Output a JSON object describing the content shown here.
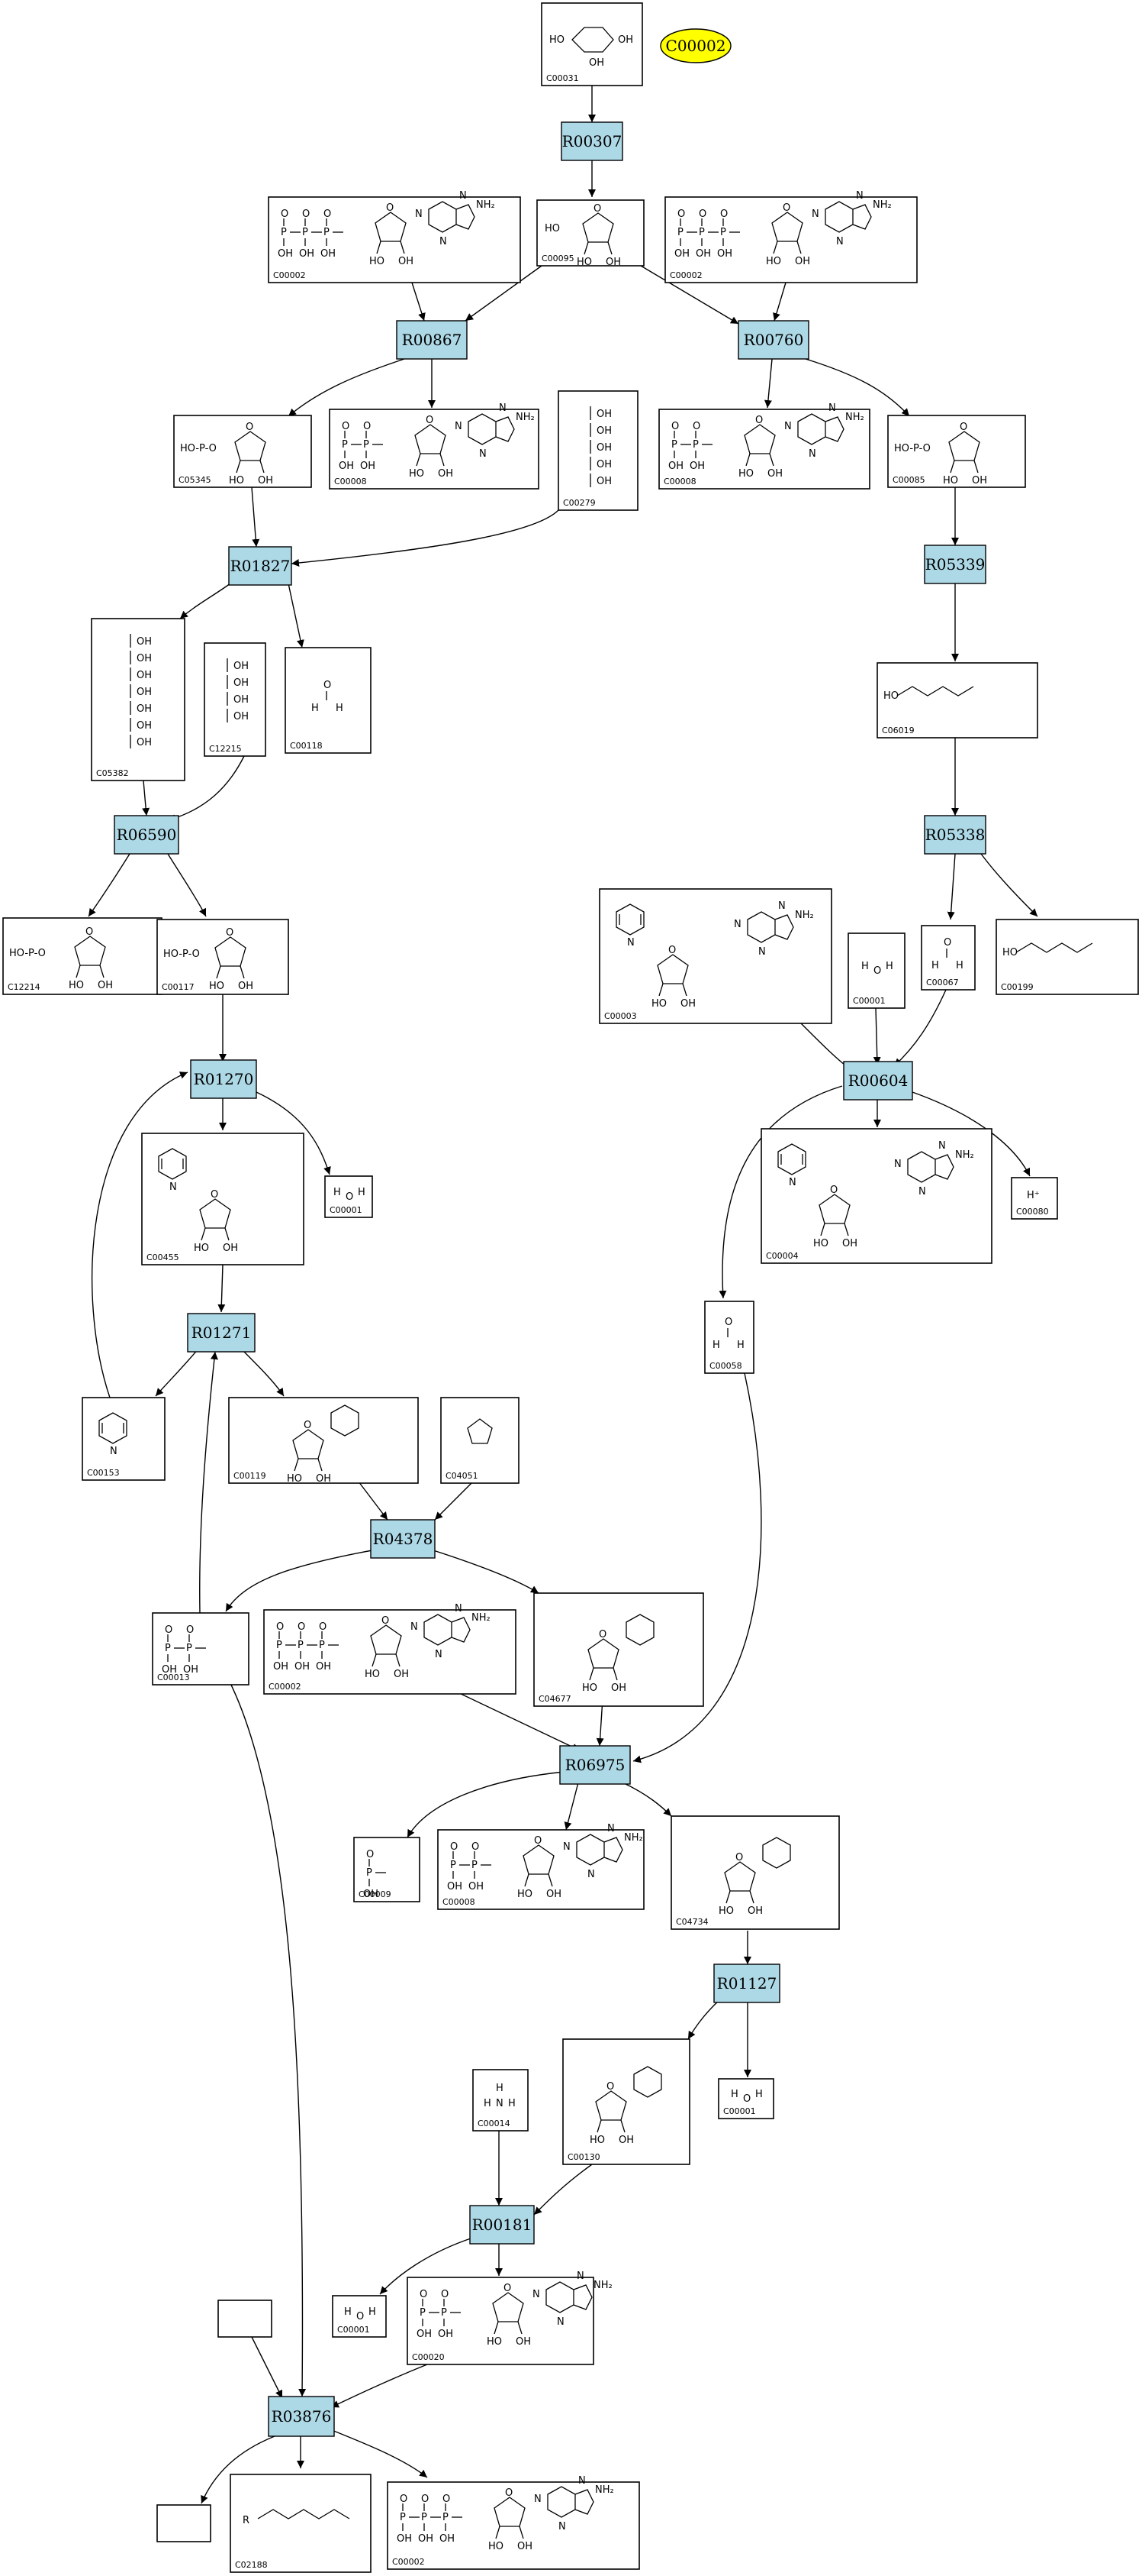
{
  "highlight": {
    "label": "C00002"
  },
  "reactions": [
    "R00307",
    "R00867",
    "R00760",
    "R01827",
    "R05339",
    "R06590",
    "R05338",
    "R01270",
    "R00604",
    "R01271",
    "R04378",
    "R06975",
    "R01127",
    "R00181",
    "R03876"
  ],
  "compounds": [
    "C00031",
    "C00002",
    "C00095",
    "C00002",
    "C05345",
    "C00008",
    "C00279",
    "C00008",
    "C00085",
    "C05382",
    "C12215",
    "C00118",
    "C06019",
    "C12214",
    "C00117",
    "C00003",
    "C00001",
    "C00067",
    "C00199",
    "C00455",
    "C00001",
    "C00004",
    "C00080",
    "C00058",
    "C00153",
    "C00119",
    "C04051",
    "C00013",
    "C00002",
    "C04677",
    "C00009",
    "C00008",
    "C04734",
    "C00014",
    "C00130",
    "C00001",
    "C00001",
    "C00020",
    "C02188",
    "C00002"
  ]
}
